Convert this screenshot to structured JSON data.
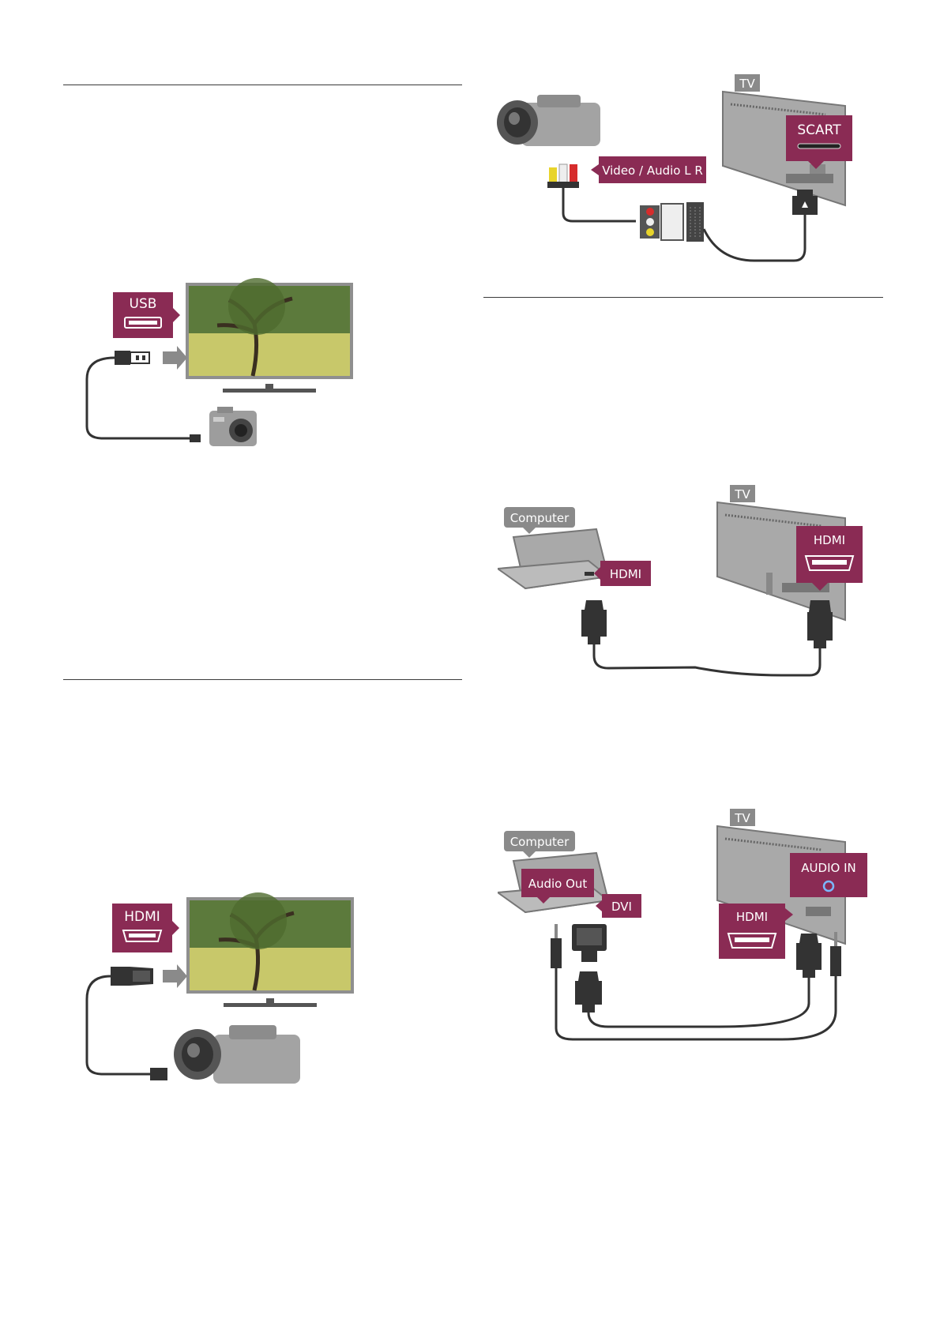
{
  "figures": {
    "usb_camera": {
      "usb_label": "USB"
    },
    "hdmi_camcorder": {
      "hdmi_label": "HDMI"
    },
    "scart_camcorder": {
      "tv_label": "TV",
      "scart_label": "SCART",
      "av_label": "Video / Audio L R"
    },
    "computer_hdmi": {
      "tv_label": "TV",
      "computer_label": "Computer",
      "computer_hdmi_label": "HDMI",
      "tv_hdmi_label": "HDMI"
    },
    "computer_dvi": {
      "tv_label": "TV",
      "computer_label": "Computer",
      "audio_out_label": "Audio Out",
      "dvi_label": "DVI",
      "audio_in_label": "AUDIO IN",
      "hdmi_label": "HDMI"
    }
  },
  "colors": {
    "accent": "#8a2b54",
    "label_gray": "#8a8a8a",
    "tv_gray": "#a9a9a9",
    "cable": "#333333",
    "rule": "#3a3a3a"
  }
}
